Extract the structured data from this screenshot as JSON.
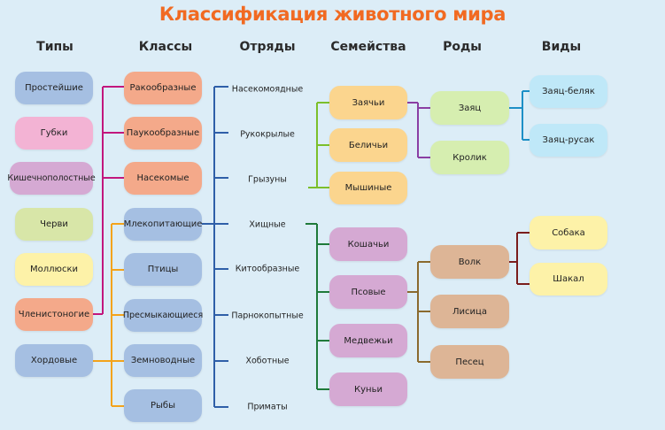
{
  "title": "Классификация животного мира",
  "headers": {
    "types": "Типы",
    "classes": "Классы",
    "orders": "Отряды",
    "families": "Семейства",
    "genera": "Роды",
    "species": "Виды"
  },
  "types": [
    "Простейшие",
    "Губки",
    "Кишечнополостные",
    "Черви",
    "Моллюски",
    "Членистоногие",
    "Хордовые"
  ],
  "classes": [
    "Ракообразные",
    "Паукообразные",
    "Насекомые",
    "Млекопитающие",
    "Птицы",
    "Пресмыкающиеся",
    "Земноводные",
    "Рыбы"
  ],
  "orders": [
    "Насекомоядные",
    "Рукокрылые",
    "Грызуны",
    "Хищные",
    "Китообразные",
    "Парнокопытные",
    "Хоботные",
    "Приматы"
  ],
  "families": [
    "Заячьи",
    "Беличьи",
    "Мышиные",
    "Кошачьи",
    "Псовые",
    "Медвежьи",
    "Куньи"
  ],
  "genera": [
    "Заяц",
    "Кролик",
    "Волк",
    "Лисица",
    "Песец"
  ],
  "species": [
    "Заяц-беляк",
    "Заяц-русак",
    "Собака",
    "Шакал"
  ],
  "colors": {
    "title": "#f16a22",
    "background": "#dcedf7",
    "blue_box": "#a5bfe2",
    "pink_box": "#f3b3d4",
    "purple_box": "#d5a9d3",
    "green_box": "#d8e6a8",
    "yellow_box": "#fdf2a8",
    "salmon_box": "#f4a98a",
    "orange_box": "#fbd58e",
    "tan_box": "#ddb596",
    "cyan_box": "#bfe8f8",
    "lime_box": "#d6eeb0",
    "magenta_line": "#c2177d",
    "orange_line": "#f3a31b",
    "blue_line": "#2f5fa8",
    "green_line": "#7cbf2b",
    "darkgreen_line": "#1f7a3a",
    "purple_line": "#8a3fa3",
    "teal_line": "#1d8fc6",
    "brown_line": "#8a6a2e",
    "darkred_line": "#7a1d1d"
  }
}
